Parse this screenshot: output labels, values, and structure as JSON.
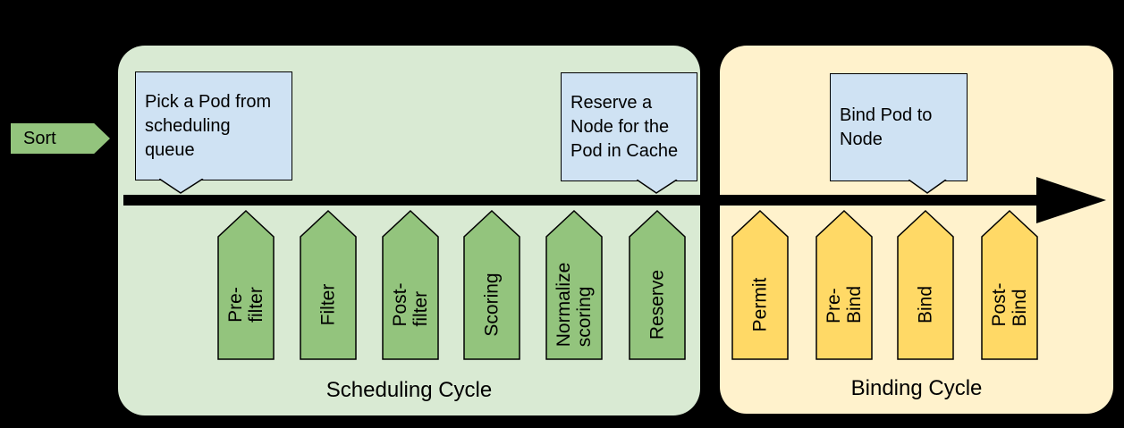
{
  "colors": {
    "background": "#000000",
    "outline": "#000000",
    "text": "#000000",
    "scheduling_panel": "#d9ead3",
    "scheduling_arrow": "#93c47d",
    "binding_panel": "#fff2cc",
    "binding_arrow": "#ffd966",
    "callout": "#cfe2f3",
    "timeline_arrow": "#000000",
    "sort_arrow": "#93c47d"
  },
  "sort": {
    "label": "Sort"
  },
  "scheduling_cycle": {
    "label": "Scheduling Cycle",
    "steps": [
      "Pre-filter",
      "Filter",
      "Post-filter",
      "Scoring",
      "Normalize\nscoring",
      "Reserve"
    ]
  },
  "binding_cycle": {
    "label": "Binding Cycle",
    "steps": [
      "Permit",
      "Pre-Bind",
      "Bind",
      "Post-Bind"
    ]
  },
  "callouts": {
    "pick_pod": "Pick a Pod from\nscheduling\nqueue",
    "reserve_node": "Reserve a\nNode for the\nPod in Cache",
    "bind_pod": "Bind Pod to\nNode"
  }
}
